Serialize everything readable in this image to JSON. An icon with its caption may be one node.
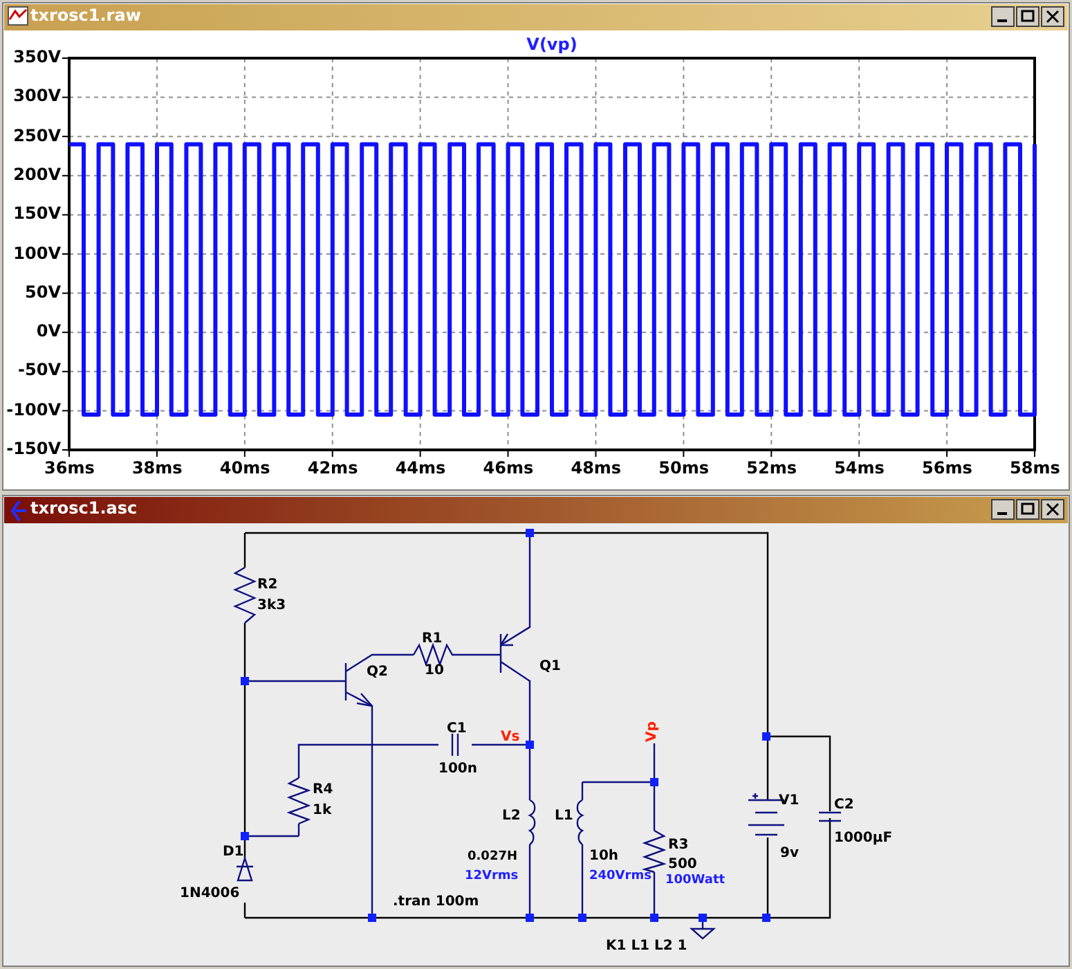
{
  "diagram": {
    "labels": [
      "txrosc1.raw",
      "txrosc1.asc",
      "R2",
      "3k3",
      "R1",
      "10",
      "Q2",
      "Q1",
      "C1",
      "100n",
      "Vs",
      "R4",
      "1k",
      "D1",
      "1N4006",
      "L2",
      "0.027H",
      "12Vrms",
      "L1",
      "10h",
      "240Vrms",
      "Vp",
      "R3",
      "500",
      "100Watt",
      "V1",
      "9v",
      "C2",
      "1000µF",
      ".tran 100m",
      "K1 L1 L2 1"
    ],
    "chart_data": {
      "type": "line",
      "title": "V(vp)",
      "xlim": [
        36,
        58
      ],
      "ylim": [
        -150,
        350
      ],
      "grid": true,
      "x": [
        36,
        36.33,
        36.33,
        36.67,
        36.67,
        37,
        37,
        37.33,
        37.33,
        37.67,
        37.67,
        38,
        38,
        38.33,
        38.33,
        38.67,
        38.67,
        39,
        39,
        39.33,
        39.33,
        39.67,
        39.67,
        40,
        40,
        40.33,
        40.33,
        40.67,
        40.67,
        41,
        41,
        41.33,
        41.33,
        41.67,
        41.67,
        42,
        42,
        42.33,
        42.33,
        42.67,
        42.67,
        43,
        43,
        43.33,
        43.33,
        43.67,
        43.67,
        44,
        44,
        44.33,
        44.33,
        44.67,
        44.67,
        45,
        45,
        45.33,
        45.33,
        45.67,
        45.67,
        46,
        46,
        46.33,
        46.33,
        46.67,
        46.67,
        47,
        47,
        47.33,
        47.33,
        47.67,
        47.67,
        48,
        48,
        48.33,
        48.33,
        48.67,
        48.67,
        49,
        49,
        49.33,
        49.33,
        49.67,
        49.67,
        50,
        50,
        50.33,
        50.33,
        50.67,
        50.67,
        51,
        51,
        51.33,
        51.33,
        51.67,
        51.67,
        52,
        52,
        52.33,
        52.33,
        52.67,
        52.67,
        53,
        53,
        53.33,
        53.33,
        53.67,
        53.67,
        54,
        54,
        54.33,
        54.33,
        54.67,
        54.67,
        55,
        55,
        55.33,
        55.33,
        55.67,
        55.67,
        56,
        56,
        56.33,
        56.33,
        56.67,
        56.67,
        57,
        57,
        57.33,
        57.33,
        57.67,
        57.67,
        58,
        58
      ],
      "series": [
        {
          "color": "#1010ff",
          "values": [
            240,
            240,
            -105,
            -105,
            240,
            240,
            -105,
            -105,
            240,
            240,
            -105,
            -105,
            240,
            240,
            -105,
            -105,
            240,
            240,
            -105,
            -105,
            240,
            240,
            -105,
            -105,
            240,
            240,
            -105,
            -105,
            240,
            240,
            -105,
            -105,
            240,
            240,
            -105,
            -105,
            240,
            240,
            -105,
            -105,
            240,
            240,
            -105,
            -105,
            240,
            240,
            -105,
            -105,
            240,
            240,
            -105,
            -105,
            240,
            240,
            -105,
            -105,
            240,
            240,
            -105,
            -105,
            240,
            240,
            -105,
            -105,
            240,
            240,
            -105,
            -105,
            240,
            240,
            -105,
            -105,
            240,
            240,
            -105,
            -105,
            240,
            240,
            -105,
            -105,
            240,
            240,
            -105,
            -105,
            240,
            240,
            -105,
            -105,
            240,
            240,
            -105,
            -105,
            240,
            240,
            -105,
            -105,
            240,
            240,
            -105,
            -105,
            240,
            240,
            -105,
            -105,
            240,
            240,
            -105,
            -105,
            240,
            240,
            -105,
            -105,
            240,
            240,
            -105,
            -105,
            240,
            240,
            -105,
            -105,
            240,
            240,
            -105,
            -105,
            240,
            240,
            -105,
            -105,
            240,
            240,
            -105,
            -105,
            240
          ]
        }
      ],
      "xticks": [
        {
          "value": 36,
          "label": "36ms"
        },
        {
          "value": 38,
          "label": "38ms"
        },
        {
          "value": 40,
          "label": "40ms"
        },
        {
          "value": 42,
          "label": "42ms"
        },
        {
          "value": 44,
          "label": "44ms"
        },
        {
          "value": 46,
          "label": "46ms"
        },
        {
          "value": 48,
          "label": "48ms"
        },
        {
          "value": 50,
          "label": "50ms"
        },
        {
          "value": 52,
          "label": "52ms"
        },
        {
          "value": 54,
          "label": "54ms"
        },
        {
          "value": 56,
          "label": "56ms"
        },
        {
          "value": 58,
          "label": "58ms"
        }
      ],
      "yticks": [
        {
          "value": 350,
          "label": "350V"
        },
        {
          "value": 300,
          "label": "300V"
        },
        {
          "value": 250,
          "label": "250V"
        },
        {
          "value": 200,
          "label": "200V"
        },
        {
          "value": 150,
          "label": "150V"
        },
        {
          "value": 100,
          "label": "100V"
        },
        {
          "value": 50,
          "label": "50V"
        },
        {
          "value": 0,
          "label": "0V"
        },
        {
          "value": -50,
          "label": "-50V"
        },
        {
          "value": -100,
          "label": "-100V"
        },
        {
          "value": -150,
          "label": "-150V"
        }
      ]
    }
  }
}
